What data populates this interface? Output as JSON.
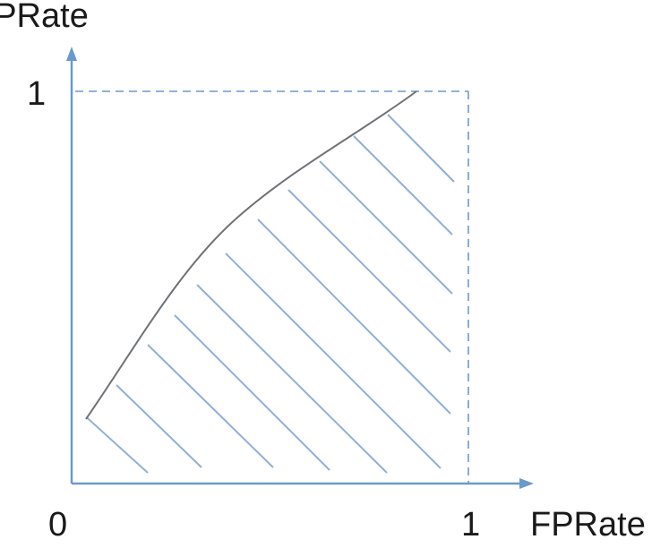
{
  "diagram": {
    "y_axis_label": "TPRate",
    "x_axis_label": "FPRate",
    "origin_label": "0",
    "x_max_label": "1",
    "y_max_label": "1"
  },
  "colors": {
    "axis": "#6a9acb",
    "hatch": "#8fb0d6",
    "curve": "#6e7175",
    "guide": "#6a9acb",
    "text": "#1a1a1a"
  }
}
